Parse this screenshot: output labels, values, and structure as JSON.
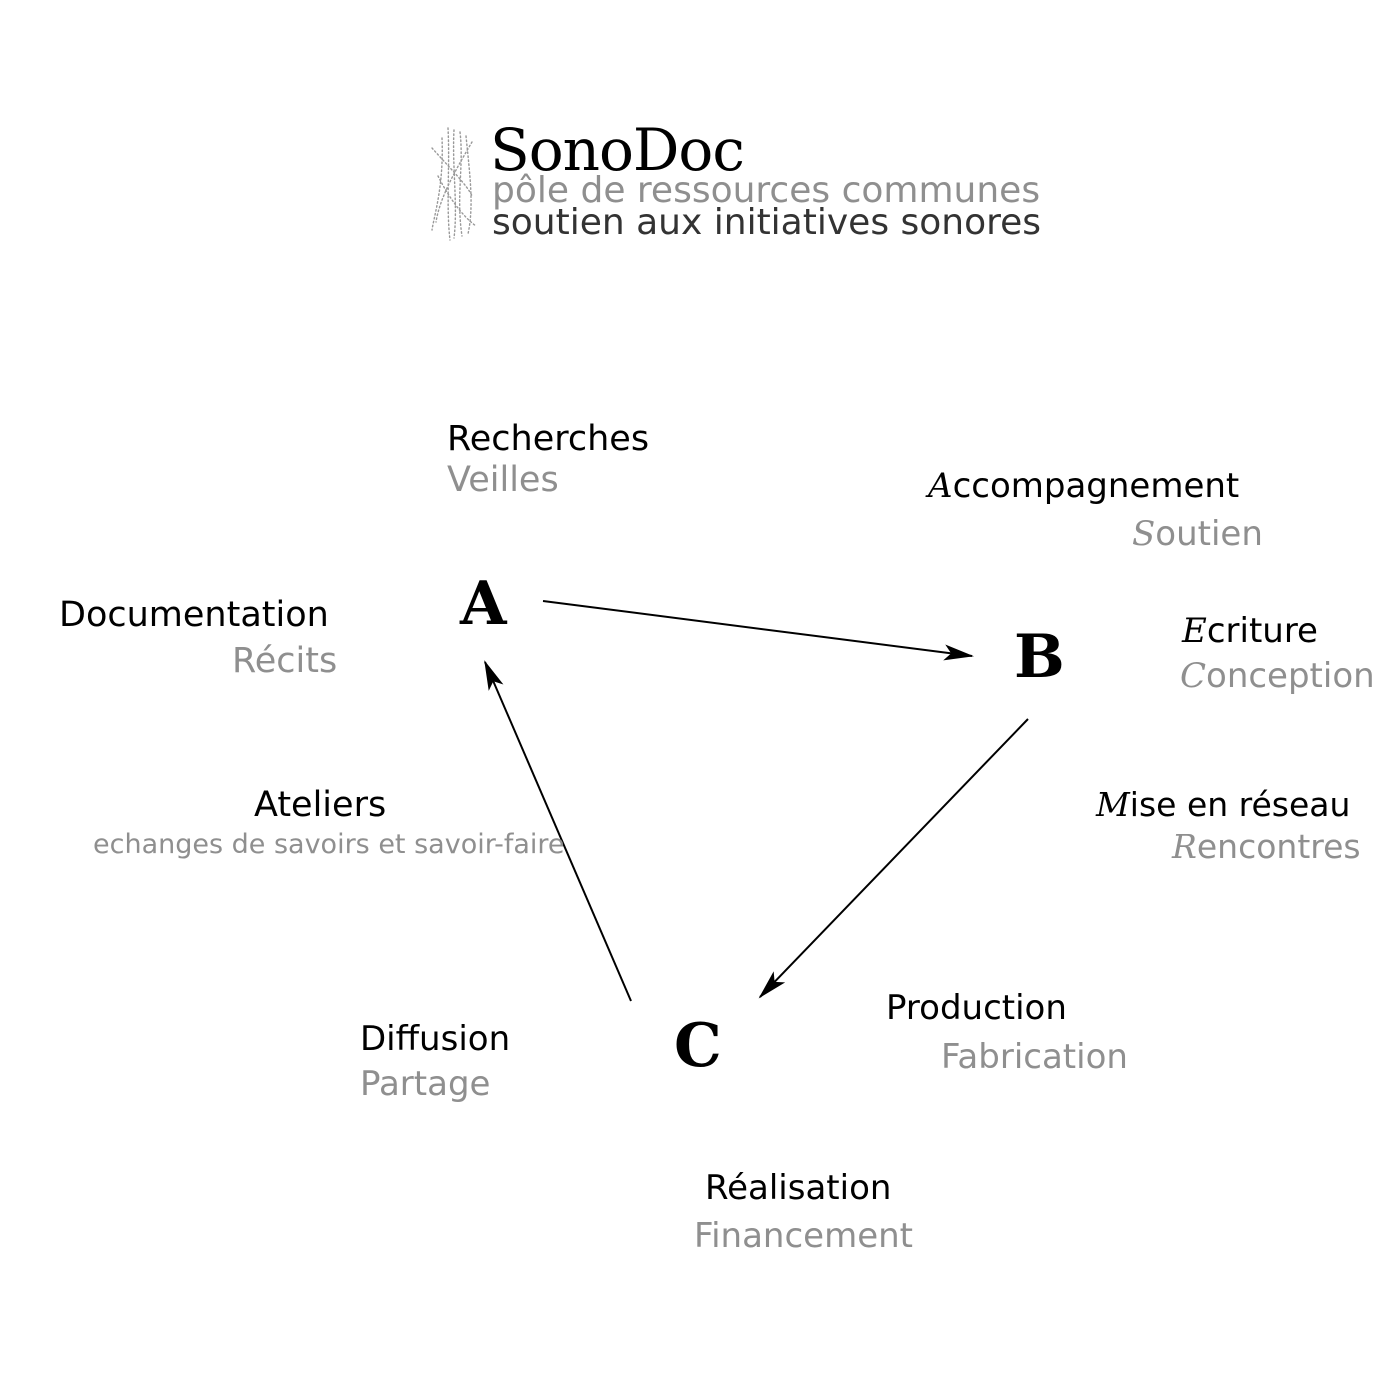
{
  "header": {
    "title": "SonoDoc",
    "tagline_1": "pôle de ressources communes",
    "tagline_2": "soutien aux initiatives sonores",
    "logo_icon": "sound-wave-dotted-logo"
  },
  "vertices": {
    "a": "A",
    "b": "B",
    "c": "C"
  },
  "activities": {
    "recherches": {
      "label": "Recherches",
      "sub": "Veilles"
    },
    "accompagnement": {
      "initial": "A",
      "label_rest": "ccompagnement",
      "sub_initial": "S",
      "sub_rest": "outien"
    },
    "documentation": {
      "label": "Documentation",
      "sub": "Récits"
    },
    "ecriture": {
      "initial": "E",
      "label_rest": "criture",
      "sub_initial": "C",
      "sub_rest": "onception"
    },
    "ateliers": {
      "label": "Ateliers",
      "sub": "echanges de savoirs et savoir-faire"
    },
    "mise_en_reseau": {
      "initial": "M",
      "label_rest": "ise en réseau",
      "sub_initial": "R",
      "sub_rest": "encontres"
    },
    "diffusion": {
      "label": "Diffusion",
      "sub": "Partage"
    },
    "production": {
      "label": "Production",
      "sub": "Fabrication"
    },
    "realisation": {
      "label": "Réalisation",
      "sub": "Financement"
    }
  },
  "colors": {
    "primary_text": "#000000",
    "secondary_text": "#8f8f8f",
    "tagline_dark": "#333333"
  }
}
